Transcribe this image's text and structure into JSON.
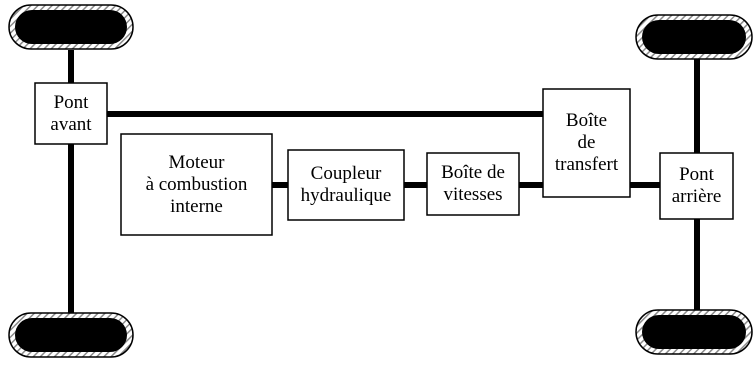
{
  "diagram": {
    "blocks": {
      "pont_avant": {
        "line1": "Pont",
        "line2": "avant"
      },
      "moteur": {
        "line1": "Moteur",
        "line2": "à combustion",
        "line3": "interne"
      },
      "coupleur": {
        "line1": "Coupleur",
        "line2": "hydraulique"
      },
      "boite_vitesses": {
        "line1": "Boîte de",
        "line2": "vitesses"
      },
      "boite_transfert": {
        "line1": "Boîte",
        "line2": "de",
        "line3": "transfert"
      },
      "pont_arriere": {
        "line1": "Pont",
        "line2": "arrière"
      }
    },
    "wheels": [
      "front-left",
      "front-right",
      "rear-left",
      "rear-right"
    ],
    "colors": {
      "stroke": "#000000",
      "fill": "#ffffff",
      "tire_hatch": "#8a8a8a"
    }
  }
}
